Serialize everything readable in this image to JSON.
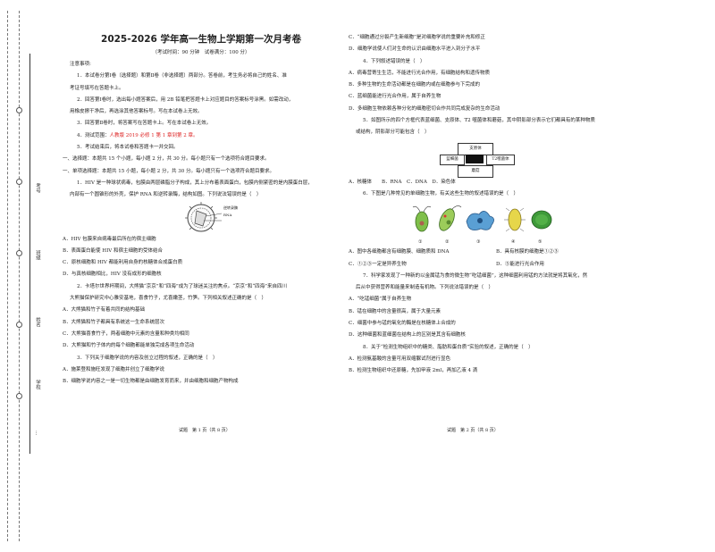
{
  "binding": {
    "labels": [
      "考号",
      "班级",
      "姓名",
      "学校"
    ],
    "bottom_label": "…"
  },
  "left": {
    "title": "2025-2026 学年高一生物上学期第一次月考卷",
    "subtitle": "（考试时间：90 分钟　试卷满分：100 分）",
    "notice_heading": "注意事项:",
    "notices": [
      "1．本试卷分第Ⅰ卷（选择题）和第Ⅱ卷（非选择题）两部分。答卷前，考生务必将自己的姓名、准",
      "考证号填写在答题卡上。",
      "2．回答第Ⅰ卷时，选出每小题答案后，用 2B 铅笔把答题卡上对应题目的答案标号涂黑。如需改动，",
      "用橡皮擦干净后，再选涂其他答案标号。写在本试卷上无效。",
      "3．回答第Ⅱ卷时，将答案写在答题卡上。写在本试卷上无效。"
    ],
    "notice4_prefix": "4．测试范围：",
    "notice4_range": "人教版 2019 必修 1 第 1 章到第 2 章。",
    "notice5": "5．考试结束后，将本试卷和答题卡一并交回。",
    "section1": "一、选择题：本题共 15 个小题，每小题 2 分，共 30 分。每小题只有一个选项符合题目要求。",
    "section1b": "一、单项选择题：本题共 15 小题，每小题 2 分，共 30 分。每小题只有一个选项符合题目要求。",
    "q1_lines": [
      "1．HIV 是一种球状病毒，包膜由两层磷脂分子构成，其上分布着表面蛋白，包膜内侧紧密的是内膜蛋白层，",
      "内部有一个圆锥形的外壳，保护 RNA 和逆转录酶，结构如图。下列说法错误的是（　）"
    ],
    "virus_labels": [
      "逆转录酶",
      "RNA"
    ],
    "q1_options": [
      "A．HIV 包膜来自病毒最后所在的宿主细胞",
      "B．表面蛋白能使 HIV 和宿主细胞的受体结合",
      "C．原核细胞和 HIV 都能利用自身的核糖体合成蛋白质",
      "D．与真核细胞相比，HIV 没有成形的细胞核"
    ],
    "q2_lines": [
      "2．卡塔尔世界杯期间，大熊猫“京京”和“四海”成为了球迷关注的焦点。“京京”和“四海”来自四川",
      "大熊猫保护研究中心雅安基地，喜食竹子，尤喜嫩茎，竹笋。下列相关叙述正确的是（　）"
    ],
    "q2_options": [
      "A．大熊猫和竹子有着共同的结构基础",
      "B．大熊猫和竹子都具有系统这一生命系统层次",
      "C．大熊猫喜食竹子，两者细胞中元素的含量和种类均相同",
      "D．大熊猫和竹子体内的每个细胞都能单独完成各项生命活动"
    ],
    "q3_lines": [
      "3．下列关于细胞学说的内容及创立过程的叙述，正确的是（　）"
    ],
    "q3_options": [
      "A．施莱登和施旺发现了细胞并创立了细胞学说",
      "B．细胞学说内容之一是一切生物都是由细胞发育而来，并由细胞和细胞产物构成"
    ],
    "footer": "试题　第 1 页（共 8 页）"
  },
  "right": {
    "q3_cont": [
      "C．“细胞通过分裂产生新细胞”是对细胞学说的重要补充和修正",
      "D．细胞学说使人们对生命的认识由细胞水平进入到分子水平"
    ],
    "q4": "4．下列叙述错误的是（　）",
    "q4_options": [
      "A．病毒营寄生生活，不能进行光合作用，有细胞结构和遗传物质",
      "B．多种生物的生命活动都是在细胞内或在细胞参与下完成的",
      "C．蓝细菌能进行光合作用，属于自养生物",
      "D．多细胞生物依赖各种分化的细胞密切合作共同完成复杂的生命活动"
    ],
    "q5_lines": [
      "5．如图所示的四个方框代表蓝细菌、支原体、T2 噬菌体和蘑菇，其中阴影部分表示它们都具有的某种物质",
      "或结构，阴影部分可能包含（　）"
    ],
    "q5_boxes": [
      "支原体",
      "蓝细菌",
      "T2噬菌体",
      "蘑菇"
    ],
    "q5_options": "A．核糖体　　B．RNA　C．DNA　D．染色体",
    "q6": "6．下图是几种常见的单细胞生物，有关这些生物的叙述错误的是（　）",
    "q6_numbers": [
      "①",
      "②",
      "③",
      "④",
      "⑤"
    ],
    "q6_options": [
      "A．图中各细胞都含有细胞膜、细胞质和 DNA",
      "B．具有核膜的细胞是①②③",
      "C．①②③一定是异养生物",
      "D．⑤能进行光合作用"
    ],
    "q7_lines": [
      "7．科学家发现了一种新的以金属锰为食的微生物“吃锰细菌”，这种细菌利用锰的方法就是将其氧化，然",
      "后从中获得营养和能量来制造有机物。下列说法错误的是（　）"
    ],
    "q7_options": [
      "A．“吃锰细菌”属于自养生物",
      "B．锰在细胞中的含量很高，属于大量元素",
      "C．细菌中参与锰的氧化的酶是在核糖体上合成的",
      "D．这种细菌和蓝细菌在结构上的区别是其含有细胞核"
    ],
    "q8": "8．关于“检测生物组织中的糖类、脂肪和蛋白质”实验的叙述，正确的是（　）",
    "q8_options": [
      "A．检测氨基酸的含量可用双缩脲试剂进行显色",
      "B．检测生物组织中还原糖，先加甲液 2ml，再加乙液 4 滴"
    ],
    "footer": "试题　第 2 页（共 8 页）"
  },
  "colors": {
    "red": "#dd2222",
    "ink": "#222222"
  }
}
